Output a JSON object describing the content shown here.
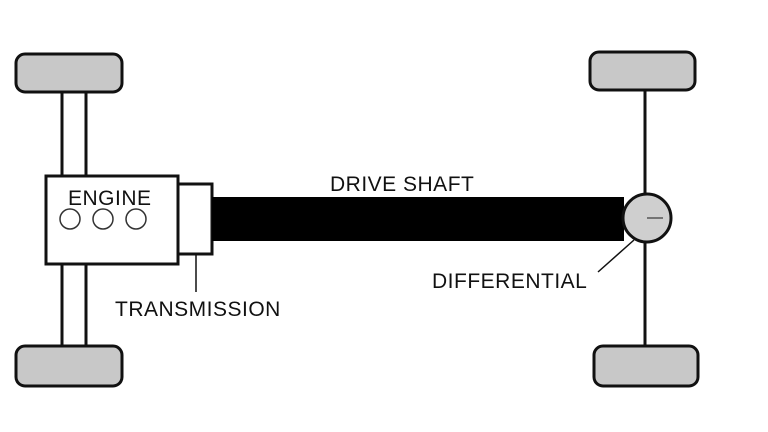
{
  "labels": {
    "engine": "ENGINE",
    "transmission": "TRANSMISSION",
    "drive_shaft": "DRIVE SHAFT",
    "differential": "DIFFERENTIAL"
  },
  "colors": {
    "wheel_fill": "#c8c8c8",
    "outline": "#111111",
    "shaft_fill": "#000000",
    "differential_fill": "#cfcfcf",
    "background": "#ffffff"
  }
}
